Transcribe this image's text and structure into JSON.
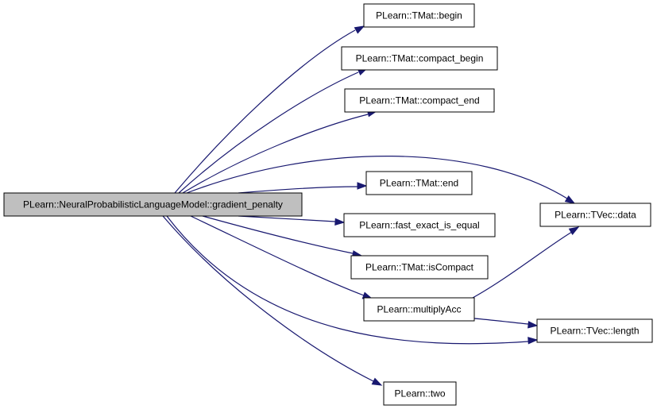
{
  "colors": {
    "edge": "#191970",
    "root_fill": "#bfbfbf",
    "node_fill": "#ffffff",
    "border": "#000000"
  },
  "nodes": {
    "root": "PLearn::NeuralProbabilisticLanguageModel::gradient_penalty",
    "tmat_begin": "PLearn::TMat::begin",
    "tmat_compact_begin": "PLearn::TMat::compact_begin",
    "tmat_compact_end": "PLearn::TMat::compact_end",
    "tmat_end": "PLearn::TMat::end",
    "fast_exact_is_equal": "PLearn::fast_exact_is_equal",
    "tmat_is_compact": "PLearn::TMat::isCompact",
    "multiply_acc": "PLearn::multiplyAcc",
    "two": "PLearn::two",
    "tvec_data": "PLearn::TVec::data",
    "tvec_length": "PLearn::TVec::length"
  },
  "edges": [
    {
      "from": "root",
      "to": "tmat_begin"
    },
    {
      "from": "root",
      "to": "tmat_compact_begin"
    },
    {
      "from": "root",
      "to": "tmat_compact_end"
    },
    {
      "from": "root",
      "to": "tvec_data"
    },
    {
      "from": "root",
      "to": "tmat_end"
    },
    {
      "from": "root",
      "to": "fast_exact_is_equal"
    },
    {
      "from": "root",
      "to": "tmat_is_compact"
    },
    {
      "from": "root",
      "to": "multiply_acc"
    },
    {
      "from": "root",
      "to": "tvec_length"
    },
    {
      "from": "root",
      "to": "two"
    },
    {
      "from": "multiply_acc",
      "to": "tvec_data"
    },
    {
      "from": "multiply_acc",
      "to": "tvec_length"
    }
  ]
}
